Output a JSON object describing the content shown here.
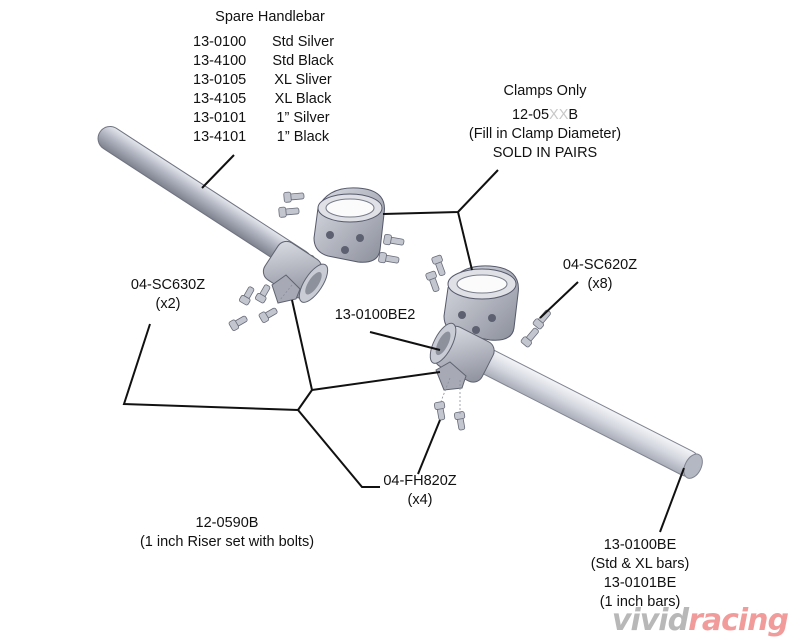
{
  "spare_handlebar": {
    "heading": "Spare Handlebar",
    "items": [
      {
        "part": "13-0100",
        "desc": "Std Silver"
      },
      {
        "part": "13-4100",
        "desc": "Std Black"
      },
      {
        "part": "13-0105",
        "desc": "XL Sliver"
      },
      {
        "part": "13-4105",
        "desc": "XL Black"
      },
      {
        "part": "13-0101",
        "desc": "1” Silver"
      },
      {
        "part": "13-4101",
        "desc": "1” Black"
      }
    ]
  },
  "clamps_only": {
    "heading": "Clamps Only",
    "part_prefix": "12-05",
    "part_placeholder": "XX",
    "part_suffix": "B",
    "note1": "(Fill in Clamp Diameter)",
    "note2": "SOLD IN PAIRS"
  },
  "sc630z": {
    "part": "04-SC630Z",
    "qty": "(x2)"
  },
  "sc620z": {
    "part": "04-SC620Z",
    "qty": "(x8)"
  },
  "be2": {
    "part": "13-0100BE2"
  },
  "fh820z": {
    "part": "04-FH820Z",
    "qty": "(x4)"
  },
  "riser": {
    "part": "12-0590B",
    "desc": "(1 inch Riser set with bolts)"
  },
  "bar_end": {
    "part1": "13-0100BE",
    "desc1": "(Std & XL bars)",
    "part2": "13-0101BE",
    "desc2": "(1 inch bars)"
  },
  "watermark": {
    "brand_a": "vivid",
    "brand_b": "racing"
  },
  "colors": {
    "metal": "#b9bcc7",
    "metal_dark": "#7d818d",
    "line": "#111111",
    "watermark_red": "#e84a4a"
  }
}
